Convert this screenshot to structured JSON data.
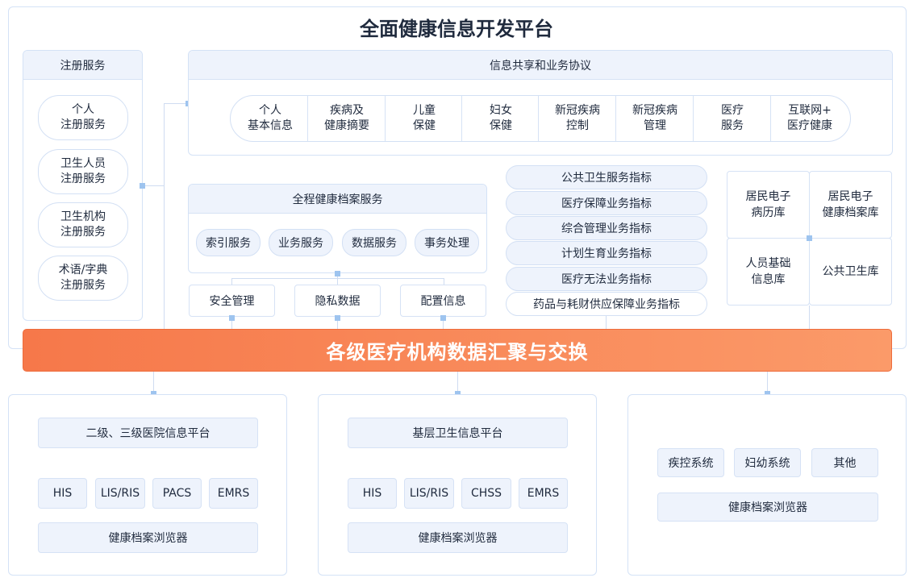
{
  "title": "全面健康信息开发平台",
  "registration": {
    "title": "注册服务",
    "items": [
      "个人\n注册服务",
      "卫生人员\n注册服务",
      "卫生机构\n注册服务",
      "术语/字典\n注册服务"
    ]
  },
  "sharing": {
    "title": "信息共享和业务协议",
    "items": [
      "个人\n基本信息",
      "疾病及\n健康摘要",
      "儿童\n保健",
      "妇女\n保健",
      "新冠疾病\n控制",
      "新冠疾病\n管理",
      "医疗\n服务",
      "互联网+\n医疗健康"
    ]
  },
  "archive": {
    "title": "全程健康档案服务",
    "items": [
      "索引服务",
      "业务服务",
      "数据服务",
      "事务处理"
    ]
  },
  "support": [
    "安全管理",
    "隐私数据",
    "配置信息"
  ],
  "indicators": [
    "公共卫生服务指标",
    "医疗保障业务指标",
    "综合管理业务指标",
    "计划生育业务指标",
    "医疗无法业务指标",
    "药品与耗财供应保障业务指标"
  ],
  "databases": [
    "居民电子\n病历库",
    "居民电子\n健康档案库",
    "人员基础\n信息库",
    "公共卫生库"
  ],
  "exchange_bar": "各级医疗机构数据汇聚与交换",
  "bottom_left": {
    "title": "二级、三级医院信息平台",
    "systems": [
      "HIS",
      "LIS/RIS",
      "PACS",
      "EMRS"
    ],
    "browser": "健康档案浏览器"
  },
  "bottom_mid": {
    "title": "基层卫生信息平台",
    "systems": [
      "HIS",
      "LIS/RIS",
      "CHSS",
      "EMRS"
    ],
    "browser": "健康档案浏览器"
  },
  "bottom_right": {
    "systems": [
      "疾控系统",
      "妇幼系统",
      "其他"
    ],
    "browser": "健康档案浏览器"
  },
  "colors": {
    "accent": "#f7824a",
    "panel_border": "#d4e2f6",
    "box_fill": "#eef3fc",
    "connector": "#9ec4ef"
  }
}
